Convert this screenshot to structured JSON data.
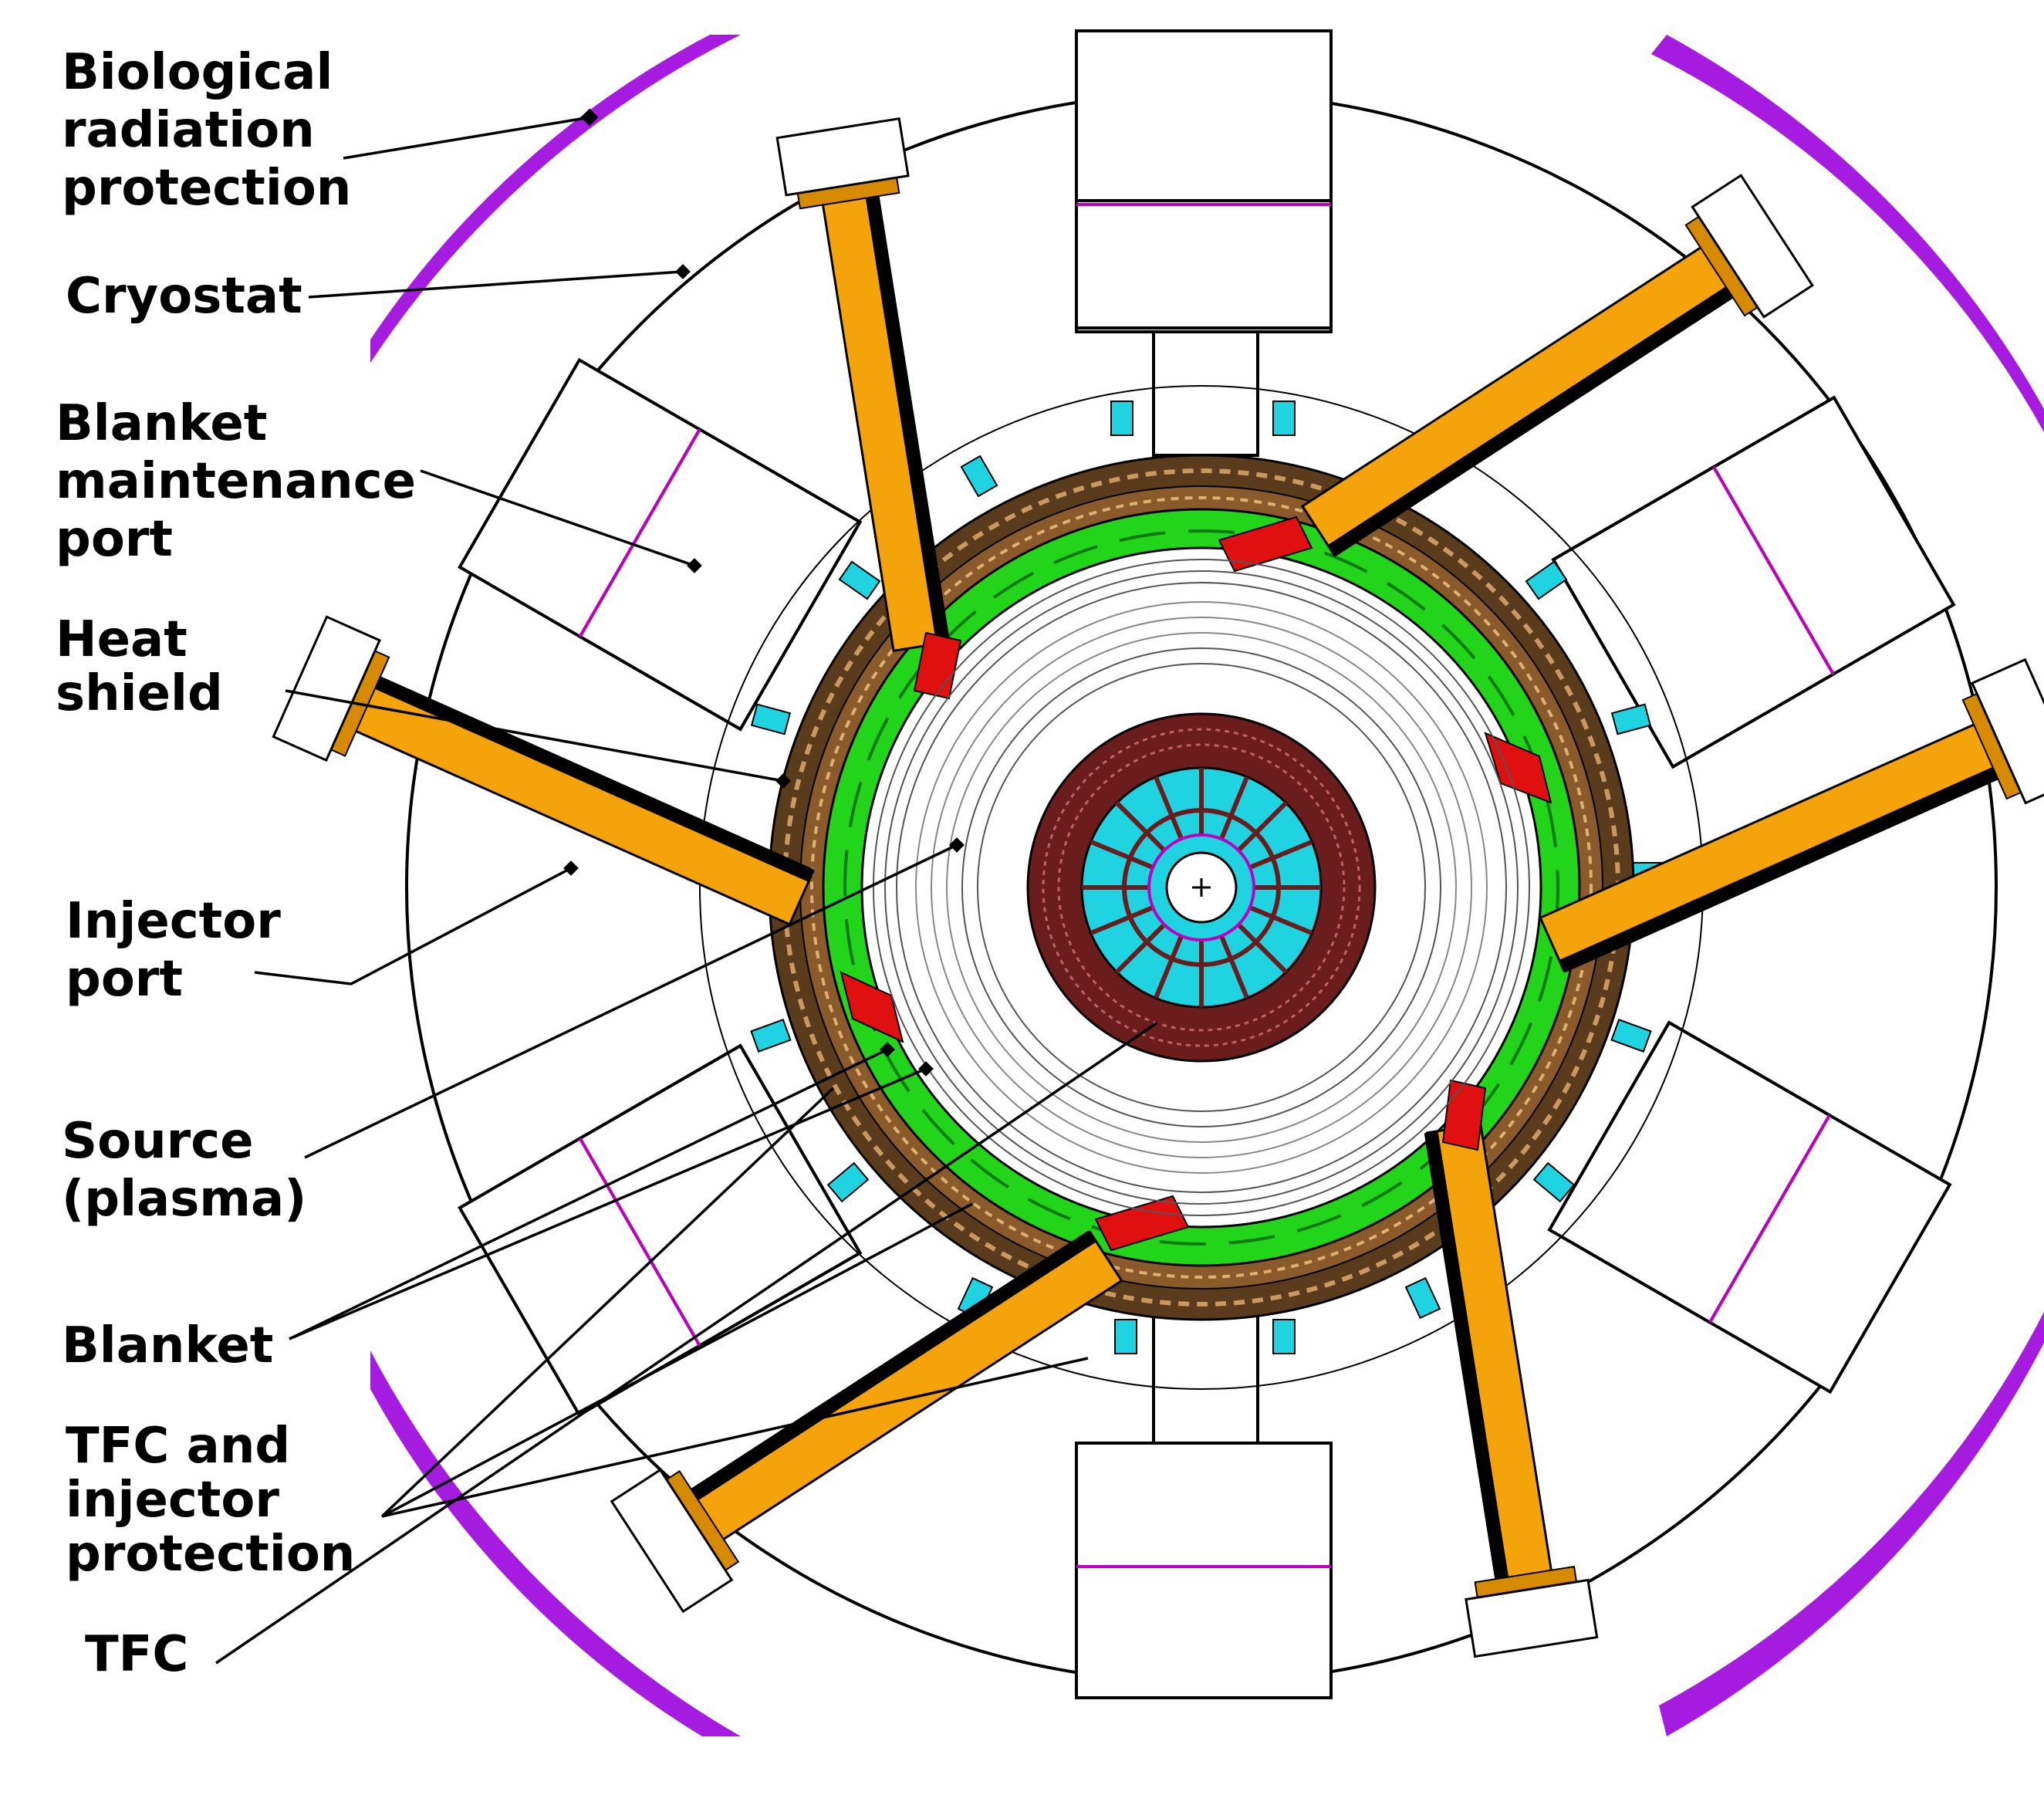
{
  "labels": {
    "bio": [
      "Biological",
      "radiation",
      "protection"
    ],
    "cryostat": [
      "Cryostat"
    ],
    "blanket_maintenance": [
      "Blanket",
      "maintenance",
      "port"
    ],
    "heat_shield": [
      "Heat",
      "shield"
    ],
    "injector_port": [
      "Injector",
      "port"
    ],
    "source": [
      "Source",
      "(plasma)"
    ],
    "blanket": [
      "Blanket"
    ],
    "tfc_injector": [
      "TFC and",
      "injector",
      "protection"
    ],
    "tfc": [
      "TFC"
    ]
  },
  "colors": {
    "bio_shield": "#a51be0",
    "cryostat": "#000000",
    "injector": "#f5a30a",
    "tfc": "#e01010",
    "blanket_green": "#22d41a",
    "blanket_brown": "#8a5a2b",
    "heat_shield": "#5a3b1c",
    "coil": "#1fd3e0",
    "plasma_core": "#6b1c1c",
    "magenta": "#c000c0"
  }
}
